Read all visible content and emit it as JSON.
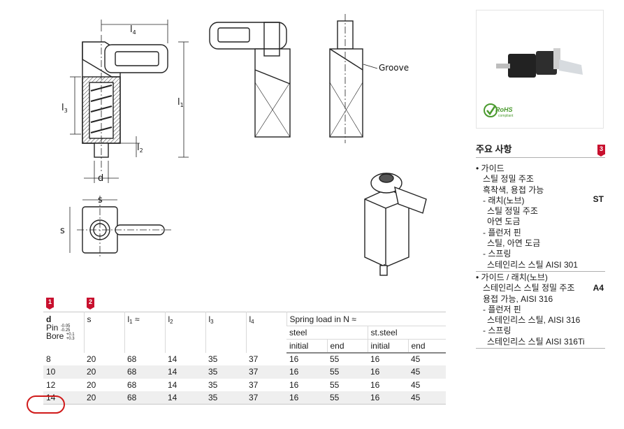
{
  "drawing_labels": {
    "l4": "l",
    "l4_sub": "4",
    "l3": "l",
    "l3_sub": "3",
    "l1": "l",
    "l1_sub": "1",
    "l2": "l",
    "l2_sub": "2",
    "d": "d",
    "s_top": "s",
    "s_side": "s",
    "groove": "Groove"
  },
  "rohs": {
    "logo": "RoHS",
    "sub": "compliant"
  },
  "spec": {
    "title": "주요 사항",
    "badge": "3",
    "groups": [
      {
        "code": "ST",
        "lines": [
          "• 가이드",
          "스틸 정밀 주조",
          "흑착색, 용접 가능",
          "- 래치(노브)",
          "스틸 정밀 주조",
          "아연 도금",
          "- 플런저 핀",
          "스틸, 아연 도금",
          "- 스프링",
          "스테인리스 스틸 AISI 301"
        ]
      },
      {
        "code": "A4",
        "lines": [
          "• 가이드 / 래치(노브)",
          "스테인리스 스틸 정밀 주조",
          "용접 가능, AISI 316",
          "- 플런저 핀",
          "스테인리스 스틸, AISI 316",
          "- 스프링",
          "스테인리스 스틸 AISI 316Ti"
        ]
      }
    ]
  },
  "table": {
    "badges": [
      "1",
      "2"
    ],
    "head": {
      "d": "d",
      "pin": "Pin",
      "pin_tol_top": "-0.05",
      "pin_tol_bot": "-0.25",
      "bore": "Bore",
      "bore_tol_top": "+0.1",
      "bore_tol_bot": "+0.3",
      "s": "s",
      "l1": "l",
      "l1_sub": "1",
      "l1_suffix": " ≈",
      "l2": "l",
      "l2_sub": "2",
      "l3": "l",
      "l3_sub": "3",
      "l4": "l",
      "l4_sub": "4",
      "spring": "Spring load in N ≈",
      "steel": "steel",
      "ststeel": "st.steel",
      "initial1": "initial",
      "end1": "end",
      "initial2": "initial",
      "end2": "end"
    },
    "rows": [
      [
        "8",
        "20",
        "68",
        "14",
        "35",
        "37",
        "16",
        "55",
        "16",
        "45"
      ],
      [
        "10",
        "20",
        "68",
        "14",
        "35",
        "37",
        "16",
        "55",
        "16",
        "45"
      ],
      [
        "12",
        "20",
        "68",
        "14",
        "35",
        "37",
        "16",
        "55",
        "16",
        "45"
      ],
      [
        "14",
        "20",
        "68",
        "14",
        "35",
        "37",
        "16",
        "55",
        "16",
        "45"
      ]
    ],
    "highlighted_row": 3,
    "highlight_color": "#d01a1a"
  },
  "colors": {
    "badge": "#c8102e",
    "rohs": "#4a9a2e"
  }
}
